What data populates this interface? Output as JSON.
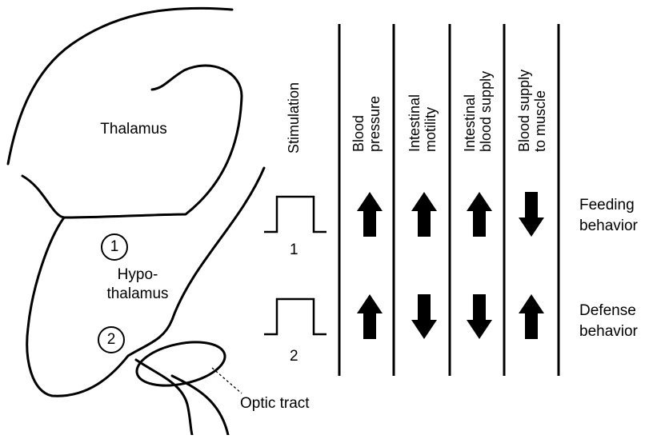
{
  "brain": {
    "thalamus_label": "Thalamus",
    "hypothalamus_label": "Hypo-\nthalamus",
    "optic_tract_label": "Optic tract",
    "site_1": "1",
    "site_2": "2"
  },
  "table": {
    "stimulation_header": "Stimulation",
    "columns": [
      {
        "label": "Blood\npressure"
      },
      {
        "label": "Intestinal\nmotility"
      },
      {
        "label": "Intestinal\nblood supply"
      },
      {
        "label": "Blood supply\nto muscle"
      }
    ],
    "rows": [
      {
        "stim_label": "1",
        "behavior": "Feeding\nbehavior",
        "arrows": [
          "up",
          "up",
          "up",
          "down"
        ]
      },
      {
        "stim_label": "2",
        "behavior": "Defense\nbehavior",
        "arrows": [
          "up",
          "down",
          "down",
          "up"
        ]
      }
    ]
  }
}
